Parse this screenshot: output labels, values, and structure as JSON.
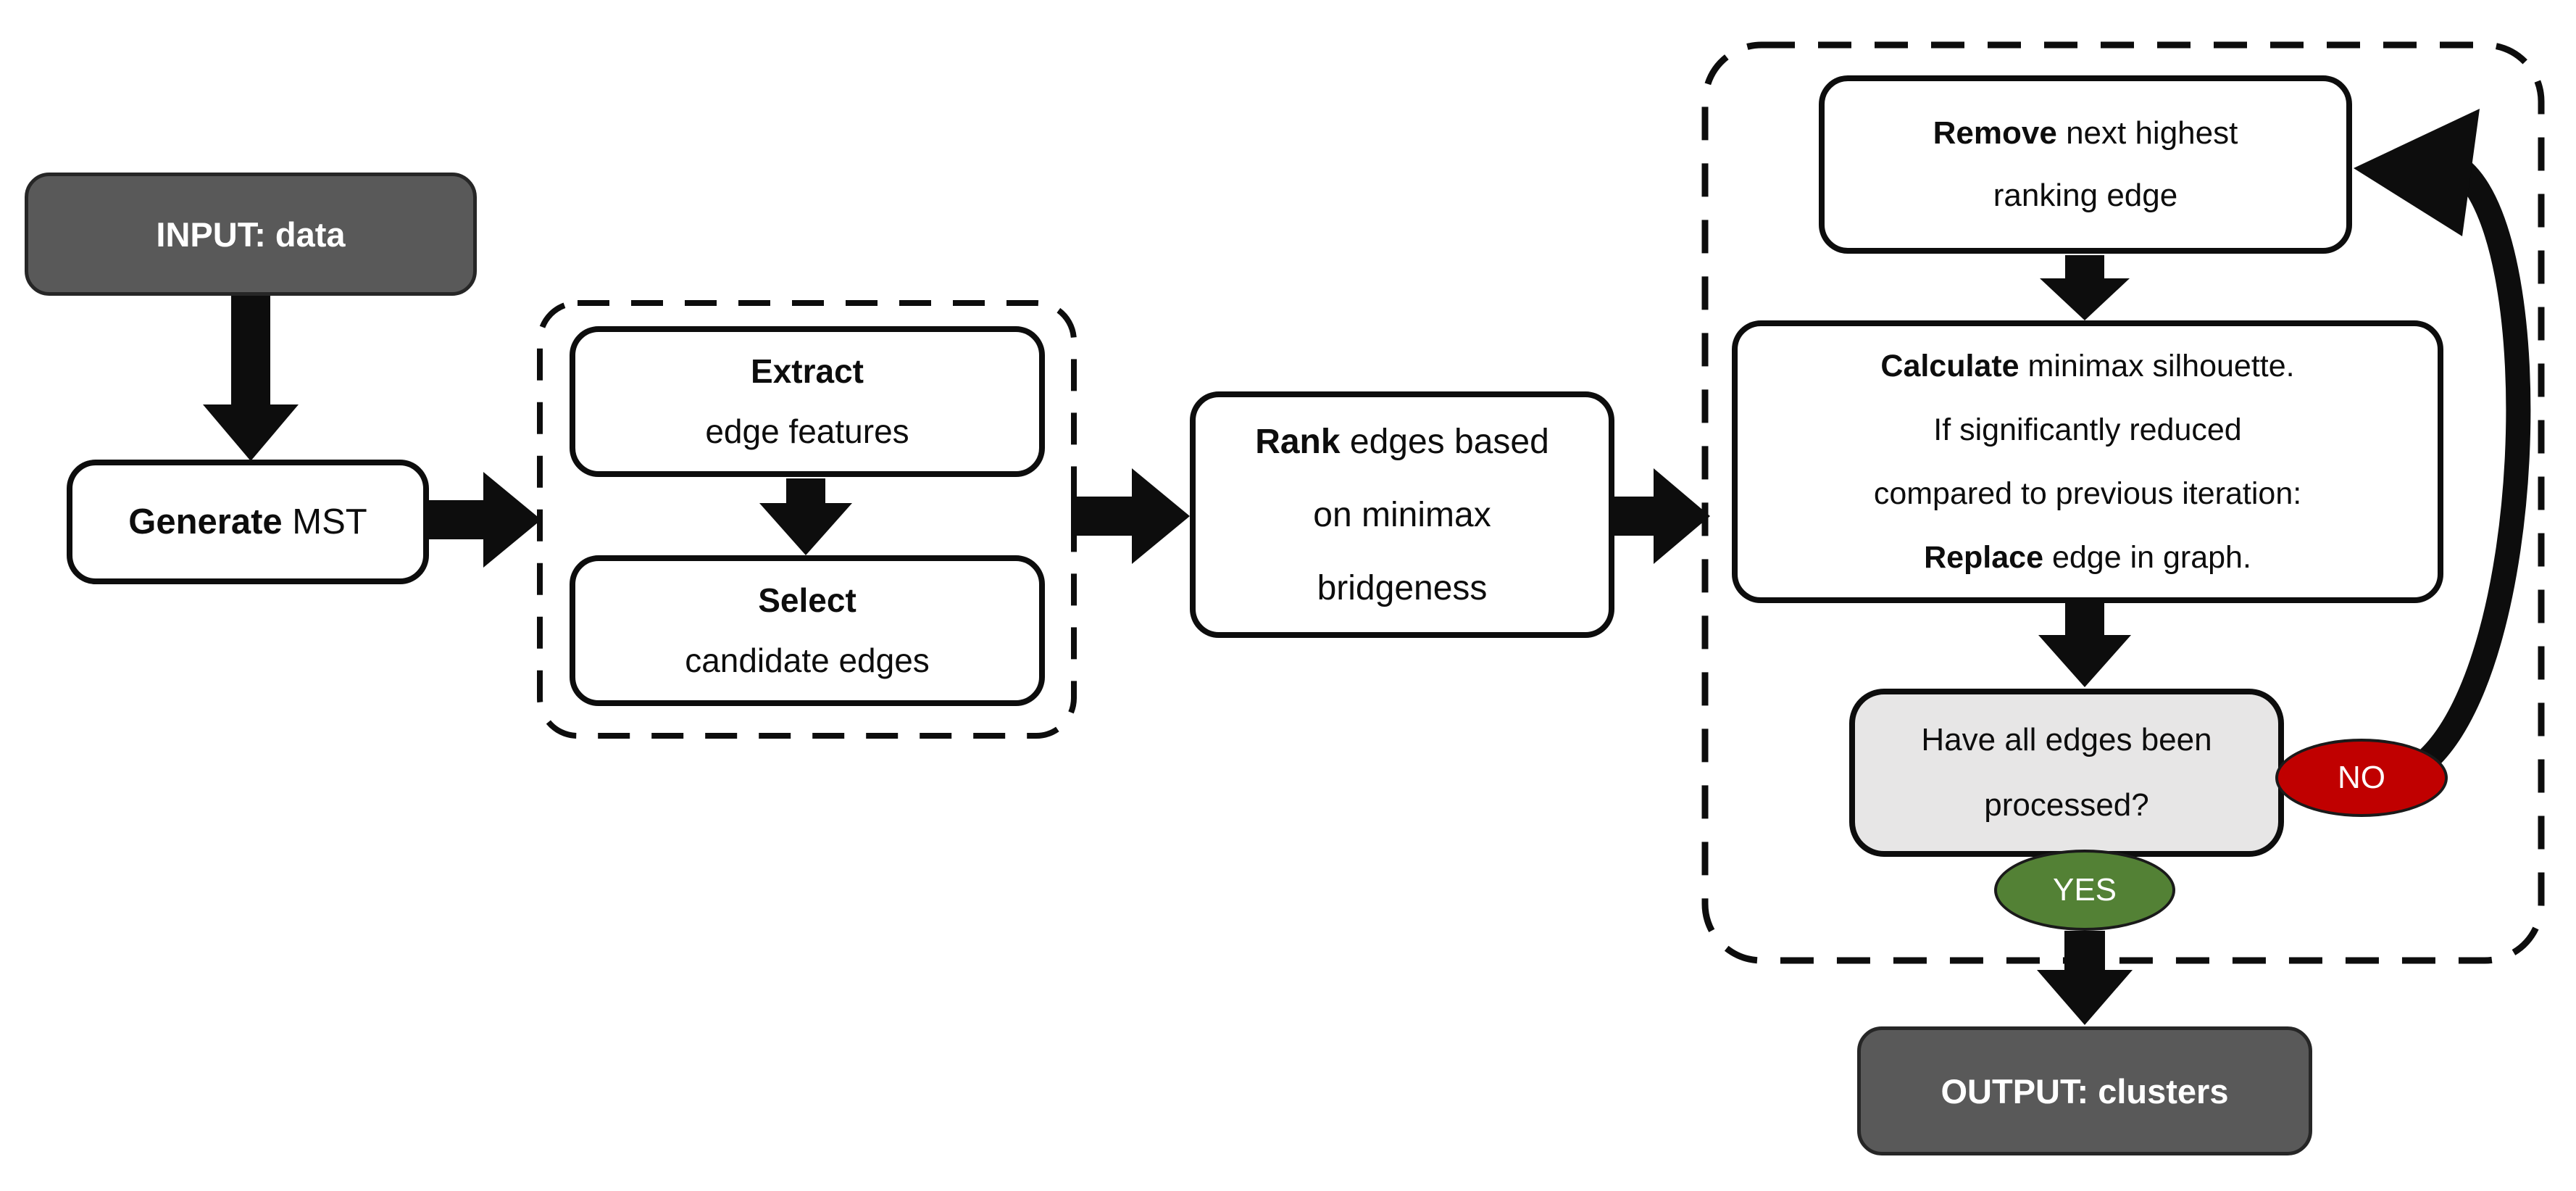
{
  "colors": {
    "terminal_fill": "#595959",
    "terminal_text": "#ffffff",
    "process_fill": "#ffffff",
    "process_border": "#0d0d0d",
    "decision_fill": "#e7e6e6",
    "no_fill": "#c00000",
    "yes_fill": "#538135",
    "arrow": "#0d0d0d"
  },
  "nodes": {
    "input": {
      "label": "INPUT: data"
    },
    "generate": {
      "bold": "Generate",
      "rest": " MST"
    },
    "extract": {
      "line1_bold": "Extract",
      "line2": "edge features"
    },
    "select": {
      "line1_bold": "Select",
      "line2": "candidate edges"
    },
    "rank": {
      "line1_bold": "Rank",
      "line1_rest": " edges based",
      "line2": "on minimax",
      "line3": "bridgeness"
    },
    "remove": {
      "line1_bold": "Remove",
      "line1_rest": " next highest",
      "line2": "ranking edge"
    },
    "calculate": {
      "line1_bold": "Calculate",
      "line1_rest": " minimax silhouette.",
      "line2": "If significantly reduced",
      "line3": "compared to previous iteration:",
      "line4_bold": "Replace",
      "line4_rest": " edge in graph."
    },
    "decision": {
      "line1": "Have all edges been",
      "line2": "processed?"
    },
    "no_label": "NO",
    "yes_label": "YES",
    "output": {
      "label": "OUTPUT: clusters"
    }
  }
}
